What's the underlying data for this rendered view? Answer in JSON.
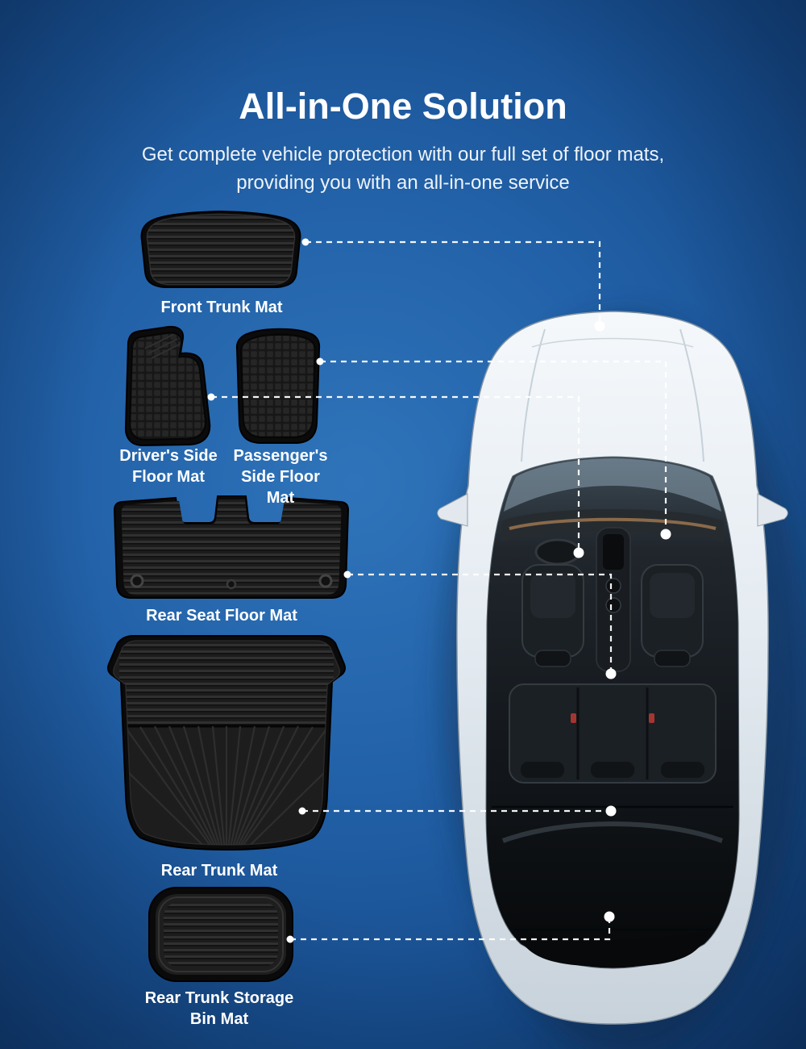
{
  "header": {
    "title": "All-in-One Solution",
    "subtitle_lines": [
      "Get complete vehicle protection with our full set of floor mats,",
      "providing you with an all-in-one service"
    ]
  },
  "mats": [
    {
      "name": "front-trunk-mat",
      "label_lines": [
        "Front Trunk Mat"
      ]
    },
    {
      "name": "drivers-side-floor-mat",
      "label_lines": [
        "Driver's Side",
        "Floor Mat"
      ]
    },
    {
      "name": "passengers-side-floor-mat",
      "label_lines": [
        "Passenger's",
        "Side Floor Mat"
      ]
    },
    {
      "name": "rear-seat-floor-mat",
      "label_lines": [
        "Rear Seat Floor Mat"
      ]
    },
    {
      "name": "rear-trunk-mat",
      "label_lines": [
        "Rear Trunk Mat"
      ]
    },
    {
      "name": "rear-trunk-storage-bin-mat",
      "label_lines": [
        "Rear Trunk Storage",
        "Bin Mat"
      ]
    }
  ],
  "colors": {
    "background_center": "#2f74ba",
    "background_edge": "#0b2c55",
    "text": "#ffffff",
    "mat_black": "#101010",
    "connector_white": "#ffffff",
    "car_body_light": "#eef2f6",
    "cabin_dark": "#14181c"
  }
}
